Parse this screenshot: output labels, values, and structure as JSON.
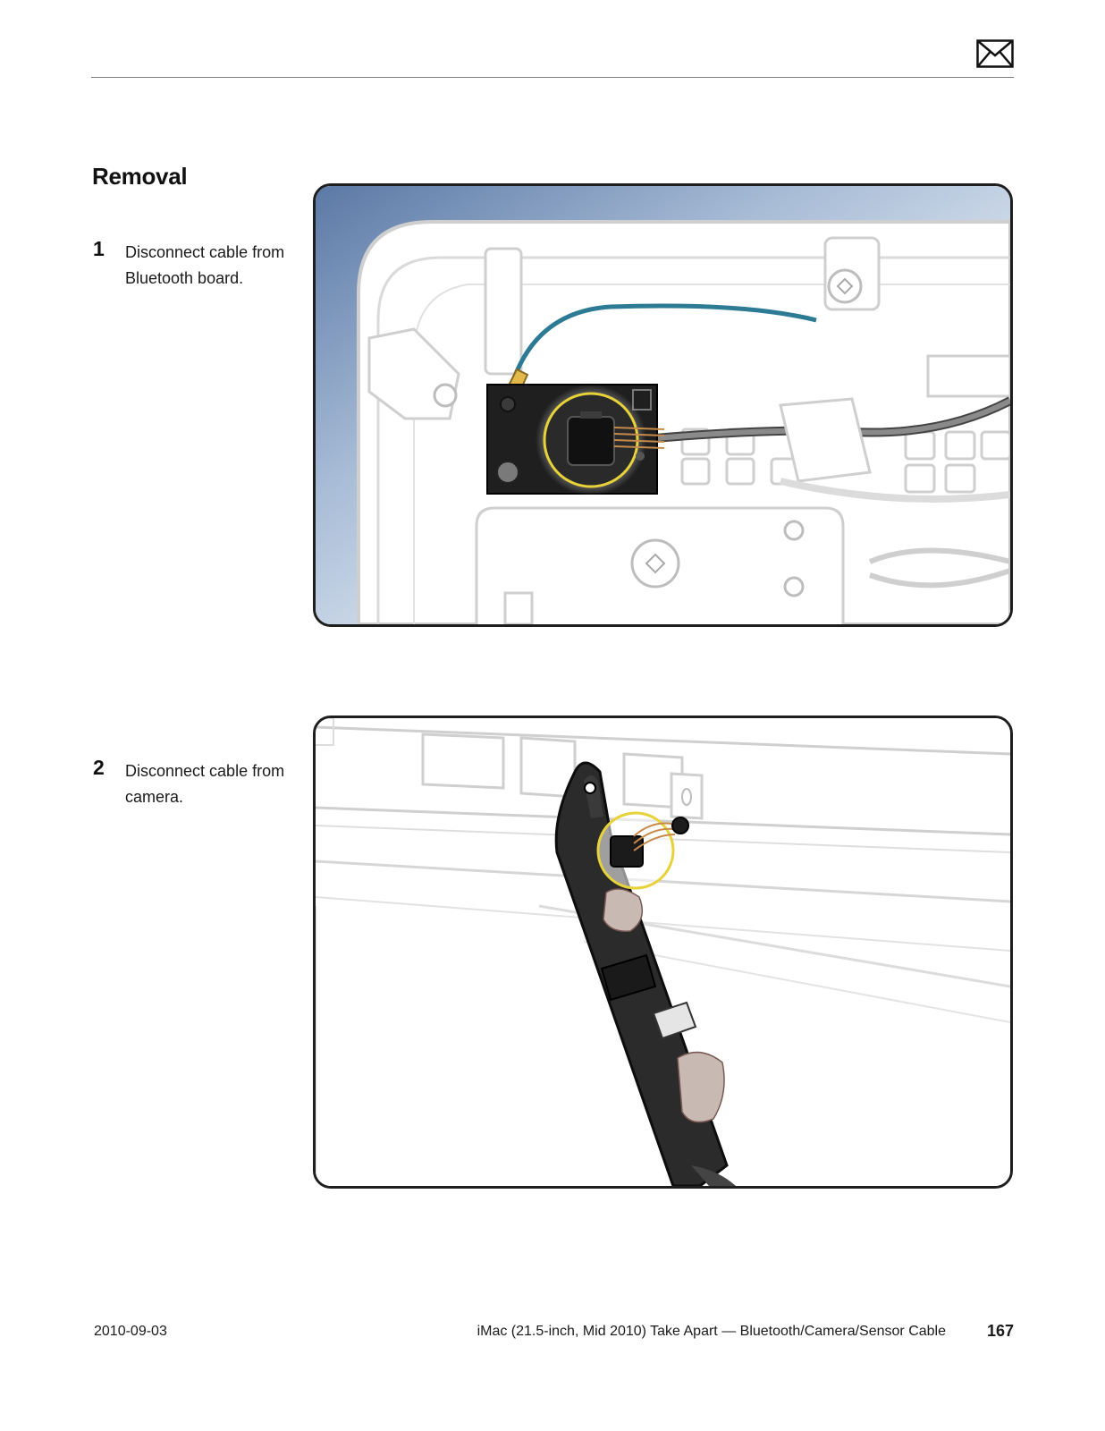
{
  "header": {
    "mail_icon": "envelope-icon"
  },
  "section": {
    "title": "Removal"
  },
  "steps": [
    {
      "number": "1",
      "text": "Disconnect cable from Bluetooth board."
    },
    {
      "number": "2",
      "text": "Disconnect cable from camera."
    }
  ],
  "figures": [
    {
      "subject": "bluetooth-board-illustration",
      "highlight_color": "#e7d23a",
      "background_color": "#6d89b3"
    },
    {
      "subject": "camera-cable-illustration",
      "highlight_color": "#e7d23a"
    }
  ],
  "footer": {
    "date": "2010-09-03",
    "title": "iMac (21.5-inch, Mid 2010) Take Apart — Bluetooth/Camera/Sensor Cable",
    "page": "167"
  }
}
